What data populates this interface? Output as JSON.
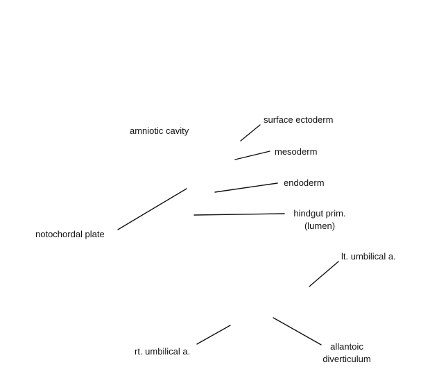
{
  "labels": {
    "amniotic_cavity": "amniotic cavity",
    "surface_ectoderm": "surface ectoderm",
    "mesoderm": "mesoderm",
    "endoderm": "endoderm",
    "hindgut_line1": "hindgut prim.",
    "hindgut_line2": "(lumen)",
    "notochordal_plate": "notochordal plate",
    "lt_umbilical": "lt. umbilical a.",
    "rt_umbilical": "rt. umbilical a.",
    "allantoic_line1": "allantoic",
    "allantoic_line2": "diverticulum"
  },
  "colors": {
    "ink": "#111111",
    "background": "#ffffff"
  }
}
